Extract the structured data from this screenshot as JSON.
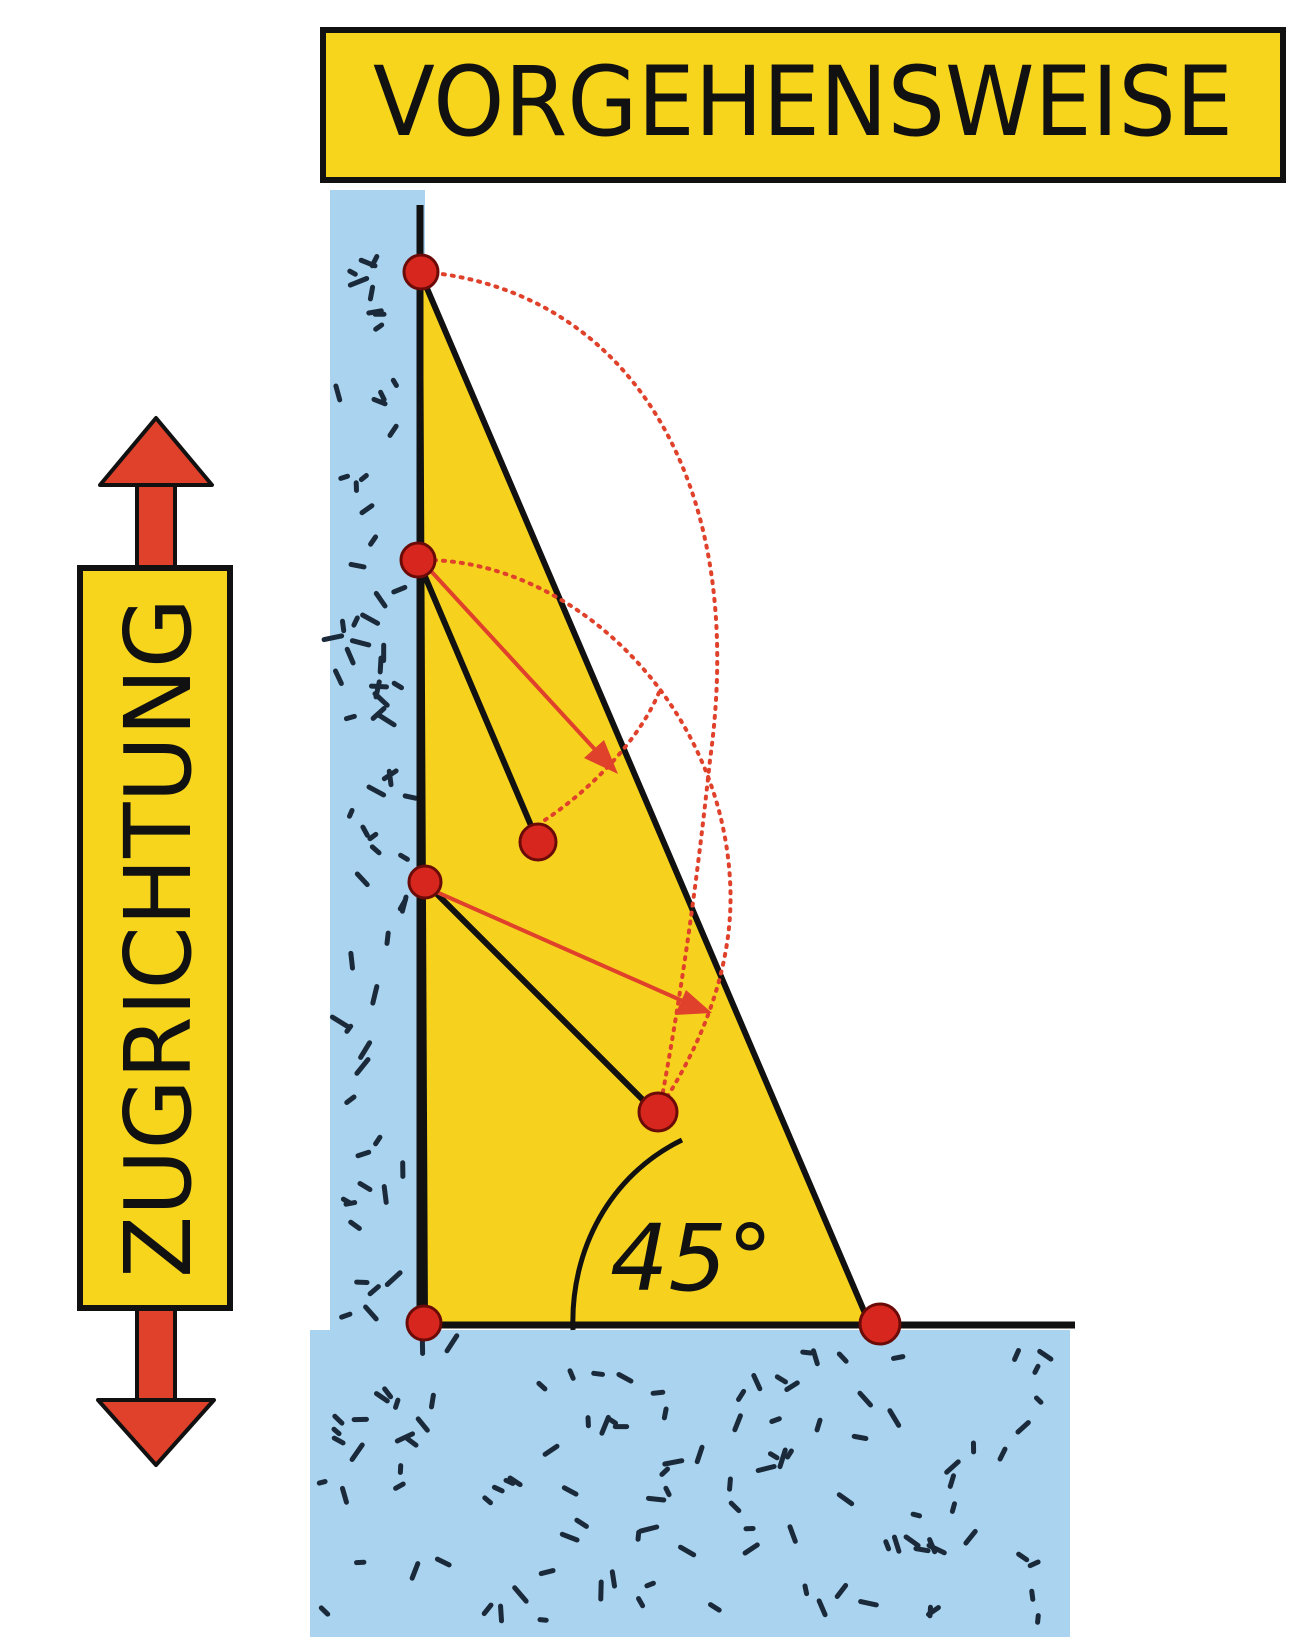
{
  "title": "VORGEHENSWEISE",
  "side_label": "ZUGRICHTUNG",
  "angle_label": "45°",
  "colors": {
    "label_fill": "#f7d51c",
    "triangle_fill": "#f6d21f",
    "concrete_blue": "#a9d3ee",
    "arrow_red": "#e0412b",
    "dot_red": "#d7261e",
    "ink": "#111111"
  },
  "icons": {
    "pull_up": "arrow-up-icon",
    "pull_down": "arrow-down-icon"
  }
}
